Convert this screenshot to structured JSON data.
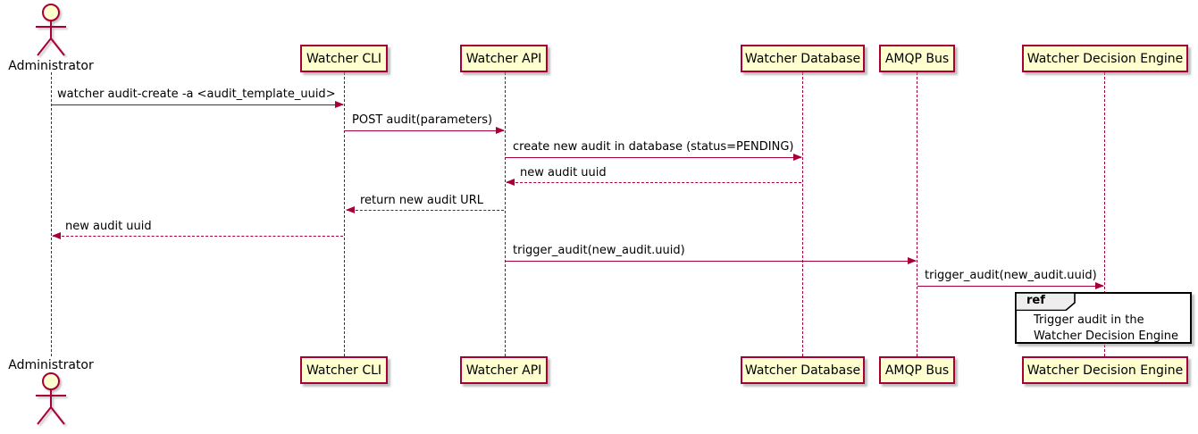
{
  "diagram_type": "sequence",
  "participants": [
    {
      "name": "Administrator",
      "kind": "actor"
    },
    {
      "name": "Watcher CLI",
      "kind": "participant"
    },
    {
      "name": "Watcher API",
      "kind": "participant"
    },
    {
      "name": "Watcher Database",
      "kind": "participant"
    },
    {
      "name": "AMQP Bus",
      "kind": "participant"
    },
    {
      "name": "Watcher Decision Engine",
      "kind": "participant"
    }
  ],
  "messages": [
    {
      "text": "watcher audit-create -a <audit_template_uuid>",
      "from": "Administrator",
      "to": "Watcher CLI",
      "line": "solid"
    },
    {
      "text": "POST audit(parameters)",
      "from": "Watcher CLI",
      "to": "Watcher API",
      "line": "solid"
    },
    {
      "text": "create new audit in database (status=PENDING)",
      "from": "Watcher API",
      "to": "Watcher Database",
      "line": "solid"
    },
    {
      "text": "new audit uuid",
      "from": "Watcher Database",
      "to": "Watcher API",
      "line": "dashed"
    },
    {
      "text": "return new audit URL",
      "from": "Watcher API",
      "to": "Watcher CLI",
      "line": "dashed"
    },
    {
      "text": "new audit uuid",
      "from": "Watcher CLI",
      "to": "Administrator",
      "line": "dashed"
    },
    {
      "text": "trigger_audit(new_audit.uuid)",
      "from": "Watcher API",
      "to": "AMQP Bus",
      "line": "solid"
    },
    {
      "text": "trigger_audit(new_audit.uuid)",
      "from": "AMQP Bus",
      "to": "Watcher Decision Engine",
      "line": "solid"
    }
  ],
  "ref": {
    "keyword": "ref",
    "line1": "Trigger audit in the",
    "line2": "Watcher Decision Engine"
  },
  "colors": {
    "participant_fill": "#FEFECE",
    "participant_border": "#A80036",
    "line": "#A80036",
    "text": "#000000",
    "ref_border": "#000000",
    "ref_tab_fill": "#EEEEEE",
    "background": "#FFFFFF"
  }
}
